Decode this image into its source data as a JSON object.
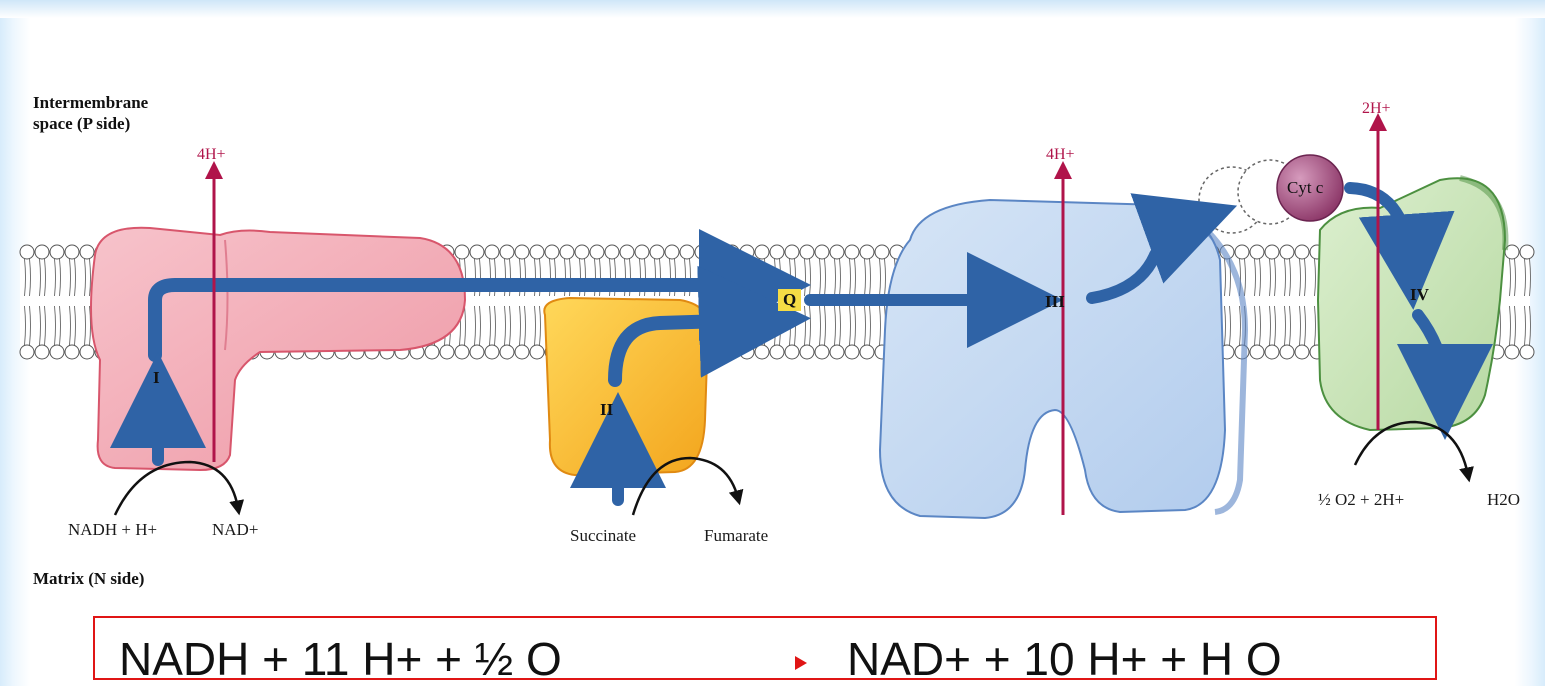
{
  "labels": {
    "p_side_line1": "Intermembrane",
    "p_side_line2": "space (P side)",
    "n_side": "Matrix (N side)",
    "proton_I": "4H+",
    "proton_III": "4H+",
    "proton_IV": "2H+",
    "complex_I": "I",
    "complex_II": "II",
    "complex_III": "III",
    "complex_IV": "IV",
    "ubiquinone": "Q",
    "cyt_c": "Cyt c",
    "nadh": "NADH + H+",
    "nad": "NAD+",
    "succinate": "Succinate",
    "fumarate": "Fumarate",
    "oxygen": "½ O2 + 2H+",
    "water": "H2O"
  },
  "equation": {
    "text": "NADH + 11 H+ + ½ O",
    "right": "NAD+ + 10 H+ + H O"
  },
  "colors": {
    "complex_I": "#f2a9b3",
    "complex_II": "#f6b92c",
    "complex_III": "#bdd5ef",
    "complex_IV": "#c9e3b8",
    "cyt_c": "#a64d7f",
    "electron_arrow": "#2f63a6",
    "proton_arrow": "#b0144a",
    "membrane": "#ffffff"
  }
}
